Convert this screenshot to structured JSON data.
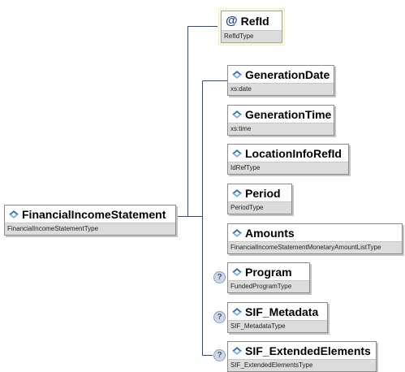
{
  "root": {
    "name": "FinancialIncomeStatement",
    "type": "FinancialIncomeStatementType"
  },
  "attribute": {
    "symbol": "@",
    "name": "RefId",
    "type": "RefIdType"
  },
  "elements": [
    {
      "name": "GenerationDate",
      "type": "xs:date",
      "optional": false
    },
    {
      "name": "GenerationTime",
      "type": "xs:time",
      "optional": false
    },
    {
      "name": "LocationInfoRefId",
      "type": "IdRefType",
      "optional": false
    },
    {
      "name": "Period",
      "type": "PeriodType",
      "optional": false
    },
    {
      "name": "Amounts",
      "type": "FinancialIncomeStatementMonetaryAmountListType",
      "optional": false
    },
    {
      "name": "Program",
      "type": "FundedProgramType",
      "optional": true
    },
    {
      "name": "SIF_Metadata",
      "type": "SIF_MetadataType",
      "optional": true
    },
    {
      "name": "SIF_ExtendedElements",
      "type": "SIF_ExtendedElementsType",
      "optional": true
    }
  ],
  "optional_symbol": "?",
  "colors": {
    "connector": "#2c4a8a",
    "type_band": "#dcdcdc",
    "attr_frame": "#f4efc4"
  }
}
